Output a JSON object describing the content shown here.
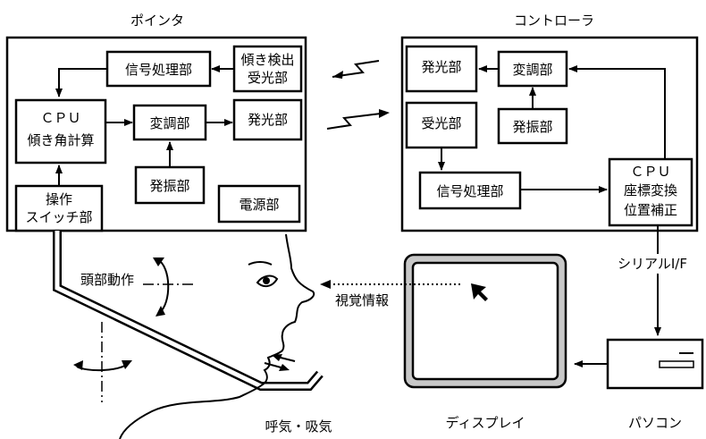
{
  "pointer": {
    "title": "ポインタ",
    "tilt_receiver": [
      "傾き検出",
      "受光部"
    ],
    "signal_proc": "信号処理部",
    "cpu": [
      "ＣＰＵ",
      "傾き角計算"
    ],
    "modulator": "変調部",
    "emitter": "発光部",
    "oscillator": "発振部",
    "switch": [
      "操作",
      "スイッチ部"
    ],
    "power": "電源部"
  },
  "controller": {
    "title": "コントローラ",
    "emitter": "発光部",
    "modulator": "変調部",
    "oscillator": "発振部",
    "receiver": "受光部",
    "signal_proc": "信号処理部",
    "cpu": [
      "ＣＰＵ",
      "座標変換",
      "位置補正"
    ]
  },
  "labels": {
    "serial": "シリアルI/F",
    "head_motion": "頭部動作",
    "visual_info": "視覚情報",
    "breath": "呼気・吸気",
    "display": "ディスプレイ",
    "pc": "パソコン"
  },
  "colors": {
    "line": "#000000",
    "display_bezel": "#c8c8c8"
  }
}
